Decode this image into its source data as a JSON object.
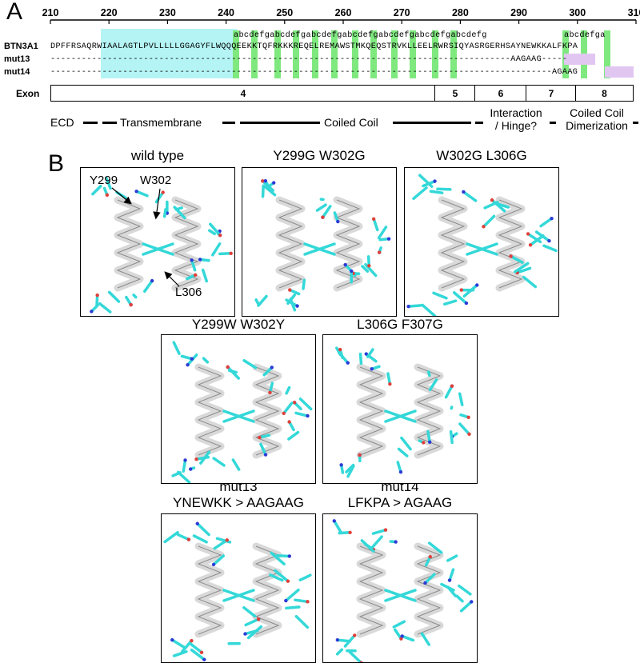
{
  "panel_a": {
    "letter": "A",
    "ruler_ticks": [
      "210",
      "220",
      "230",
      "240",
      "250",
      "260",
      "270",
      "280",
      "290",
      "300",
      "310"
    ],
    "heptad_top": "abcdefgabcdefgabcdefgabcdefgabcdefgabcdefgabcdefg",
    "heptad_top2": "abcdefga",
    "rows": [
      {
        "label": "BTN3A1",
        "seq": "DPFFRSAQRWIAALAGTLPVLLLLLGGAGYFLWQQQEEKKTQFRKKKREQELREMAWSTMKQEQSTRVKLLEELRWRSIQYASRGERHSAYNEWKKALFKPA"
      },
      {
        "label": "mut13",
        "seq": "-----------------------------------------------------------------------------------------AAGAAG-----"
      },
      {
        "label": "mut14",
        "seq": "-------------------------------------------------------------------------------------------------AGAAG"
      }
    ],
    "exon_label": "Exon",
    "exons": [
      "4",
      "5",
      "6",
      "7",
      "8"
    ],
    "domains": [
      "ECD",
      "Transmembrane",
      "Coiled Coil",
      "Interaction\n/ Hinge?",
      "Coiled Coil\nDimerization"
    ]
  },
  "panel_b": {
    "letter": "B",
    "panels": [
      {
        "title": "wild type"
      },
      {
        "title": "Y299G W302G"
      },
      {
        "title": "W302G L306G"
      },
      {
        "title": "Y299W W302Y"
      },
      {
        "title": "L306G F307G"
      },
      {
        "title": "mut13\nYNEWKK > AAGAAG"
      },
      {
        "title": "mut14\nLFKPA > AGAAG"
      }
    ],
    "annotations": {
      "y299": "Y299",
      "w302": "W302",
      "l306": "L306"
    }
  },
  "colors": {
    "transmembrane": "#b4f4f4",
    "heptad": "#7fe87f",
    "mutation": "#e2c6f2",
    "stick": "#34d8d8",
    "helix": "#d9d9d9"
  }
}
